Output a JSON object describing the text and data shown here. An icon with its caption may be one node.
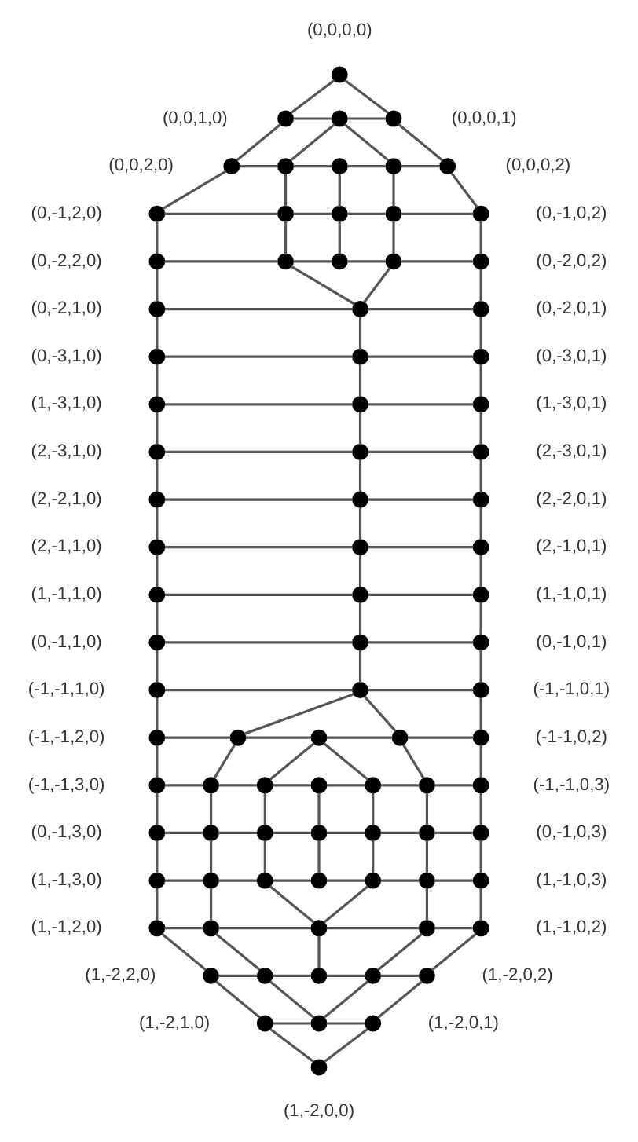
{
  "diagram": {
    "nodes": [
      {
        "text": [],
        "shape": "circle",
        "beside": [
          "(0,0,0,0)"
        ]
      },
      {
        "text": [],
        "shape": "circle",
        "beside": [
          "(0,0,1,0)"
        ]
      },
      {
        "text": [],
        "shape": "circle"
      },
      {
        "text": [],
        "shape": "circle",
        "beside": [
          "(0,0,0,1)"
        ]
      },
      {
        "text": [],
        "shape": "circle",
        "beside": [
          "(0,0,2,0)"
        ]
      },
      {
        "text": [],
        "shape": "circle"
      },
      {
        "text": [],
        "shape": "circle"
      },
      {
        "text": [],
        "shape": "circle"
      },
      {
        "text": [],
        "shape": "circle",
        "beside": [
          "(0,0,0,2)"
        ]
      },
      {
        "text": [],
        "shape": "circle",
        "beside": [
          "(0,-1,2,0)"
        ]
      },
      {
        "text": [],
        "shape": "circle"
      },
      {
        "text": [],
        "shape": "circle"
      },
      {
        "text": [],
        "shape": "circle"
      },
      {
        "text": [],
        "shape": "circle",
        "beside": [
          "(0,-1,0,2)"
        ]
      },
      {
        "text": [],
        "shape": "circle",
        "beside": [
          "(0,-2,2,0)"
        ]
      },
      {
        "text": [],
        "shape": "circle"
      },
      {
        "text": [],
        "shape": "circle"
      },
      {
        "text": [],
        "shape": "circle"
      },
      {
        "text": [],
        "shape": "circle",
        "beside": [
          "(0,-2,0,2)"
        ]
      },
      {
        "text": [],
        "shape": "circle",
        "beside": [
          "(0,-2,1,0)"
        ]
      },
      {
        "text": [],
        "shape": "circle"
      },
      {
        "text": [],
        "shape": "circle",
        "beside": [
          "(0,-2,0,1)"
        ]
      },
      {
        "text": [],
        "shape": "circle",
        "beside": [
          "(0,-3,1,0)"
        ]
      },
      {
        "text": [],
        "shape": "circle"
      },
      {
        "text": [],
        "shape": "circle",
        "beside": [
          "(0,-3,0,1)"
        ]
      },
      {
        "text": [],
        "shape": "circle",
        "beside": [
          "(1,-3,1,0)"
        ]
      },
      {
        "text": [],
        "shape": "circle"
      },
      {
        "text": [],
        "shape": "circle",
        "beside": [
          "(1,-3,0,1)"
        ]
      },
      {
        "text": [],
        "shape": "circle",
        "beside": [
          "(2,-3,1,0)"
        ]
      },
      {
        "text": [],
        "shape": "circle"
      },
      {
        "text": [],
        "shape": "circle",
        "beside": [
          "(2,-3,0,1)"
        ]
      },
      {
        "text": [],
        "shape": "circle",
        "beside": [
          "(2,-2,1,0)"
        ]
      },
      {
        "text": [],
        "shape": "circle"
      },
      {
        "text": [],
        "shape": "circle",
        "beside": [
          "(2,-2,0,1)"
        ]
      },
      {
        "text": [],
        "shape": "circle",
        "beside": [
          "(2,-1,1,0)"
        ]
      },
      {
        "text": [],
        "shape": "circle"
      },
      {
        "text": [],
        "shape": "circle",
        "beside": [
          "(2,-1,0,1)"
        ]
      },
      {
        "text": [],
        "shape": "circle",
        "beside": [
          "(1,-1,1,0)"
        ]
      },
      {
        "text": [],
        "shape": "circle"
      },
      {
        "text": [],
        "shape": "circle",
        "beside": [
          "(1,-1,0,1)"
        ]
      },
      {
        "text": [],
        "shape": "circle",
        "beside": [
          "(0,-1,1,0)"
        ]
      },
      {
        "text": [],
        "shape": "circle"
      },
      {
        "text": [],
        "shape": "circle",
        "beside": [
          "(0,-1,0,1)"
        ]
      },
      {
        "text": [],
        "shape": "circle",
        "beside": [
          "(-1,-1,1,0)"
        ]
      },
      {
        "text": [],
        "shape": "circle"
      },
      {
        "text": [],
        "shape": "circle",
        "beside": [
          "(-1,-1,0,1)"
        ]
      },
      {
        "text": [],
        "shape": "circle",
        "beside": [
          "(-1,-1,2,0)"
        ]
      },
      {
        "text": [],
        "shape": "circle"
      },
      {
        "text": [],
        "shape": "circle"
      },
      {
        "text": [],
        "shape": "circle"
      },
      {
        "text": [],
        "shape": "circle",
        "beside": [
          "(-1-1,0,2)"
        ]
      },
      {
        "text": [],
        "shape": "circle",
        "beside": [
          "(-1,-1,3,0)"
        ]
      },
      {
        "text": [],
        "shape": "circle"
      },
      {
        "text": [],
        "shape": "circle"
      },
      {
        "text": [],
        "shape": "circle"
      },
      {
        "text": [],
        "shape": "circle"
      },
      {
        "text": [],
        "shape": "circle"
      },
      {
        "text": [],
        "shape": "circle",
        "beside": [
          "(-1,-1,0,3)"
        ]
      },
      {
        "text": [],
        "shape": "circle",
        "beside": [
          "(0,-1,3,0)"
        ]
      },
      {
        "text": [],
        "shape": "circle"
      },
      {
        "text": [],
        "shape": "circle"
      },
      {
        "text": [],
        "shape": "circle"
      },
      {
        "text": [],
        "shape": "circle"
      },
      {
        "text": [],
        "shape": "circle"
      },
      {
        "text": [],
        "shape": "circle",
        "beside": [
          "(0,-1,0,3)"
        ]
      },
      {
        "text": [],
        "shape": "circle",
        "beside": [
          "(1,-1,3,0)"
        ]
      },
      {
        "text": [],
        "shape": "circle"
      },
      {
        "text": [],
        "shape": "circle"
      },
      {
        "text": [],
        "shape": "circle"
      },
      {
        "text": [],
        "shape": "circle"
      },
      {
        "text": [],
        "shape": "circle"
      },
      {
        "text": [],
        "shape": "circle",
        "beside": [
          "(1,-1,0,3)"
        ]
      },
      {
        "text": [],
        "shape": "circle",
        "beside": [
          "(1,-1,2,0)"
        ]
      },
      {
        "text": [],
        "shape": "circle"
      },
      {
        "text": [],
        "shape": "circle"
      },
      {
        "text": [],
        "shape": "circle"
      },
      {
        "text": [],
        "shape": "circle",
        "beside": [
          "(1,-1,0,2)"
        ]
      },
      {
        "text": [],
        "shape": "circle",
        "beside": [
          "(1,-2,2,0)"
        ]
      },
      {
        "text": [],
        "shape": "circle"
      },
      {
        "text": [],
        "shape": "circle"
      },
      {
        "text": [],
        "shape": "circle"
      },
      {
        "text": [],
        "shape": "circle",
        "beside": [
          "(1,-2,0,2)"
        ]
      },
      {
        "text": [],
        "shape": "circle",
        "beside": [
          "(1,-2,1,0)"
        ]
      },
      {
        "text": [],
        "shape": "circle"
      },
      {
        "text": [],
        "shape": "circle",
        "beside": [
          "(1,-2,0,1)"
        ]
      },
      {
        "text": [],
        "shape": "circle",
        "beside": [
          "(1,-2,0,0)"
        ]
      }
    ],
    "edges": [
      {
        "from": 0,
        "to": 1,
        "arrow": "none"
      },
      {
        "from": 0,
        "to": 3,
        "arrow": "none"
      },
      {
        "from": 1,
        "to": 2,
        "arrow": "none"
      },
      {
        "from": 2,
        "to": 3,
        "arrow": "none"
      },
      {
        "from": 1,
        "to": 4,
        "arrow": "none"
      },
      {
        "from": 2,
        "to": 5,
        "arrow": "none"
      },
      {
        "from": 2,
        "to": 7,
        "arrow": "none"
      },
      {
        "from": 3,
        "to": 8,
        "arrow": "none"
      },
      {
        "from": 4,
        "to": 5,
        "arrow": "none"
      },
      {
        "from": 5,
        "to": 6,
        "arrow": "none"
      },
      {
        "from": 6,
        "to": 7,
        "arrow": "none"
      },
      {
        "from": 7,
        "to": 8,
        "arrow": "none"
      },
      {
        "from": 4,
        "to": 9,
        "arrow": "none"
      },
      {
        "from": 5,
        "to": 10,
        "arrow": "none"
      },
      {
        "from": 6,
        "to": 11,
        "arrow": "none"
      },
      {
        "from": 7,
        "to": 12,
        "arrow": "none"
      },
      {
        "from": 8,
        "to": 13,
        "arrow": "none"
      },
      {
        "from": 9,
        "to": 10,
        "arrow": "none"
      },
      {
        "from": 10,
        "to": 11,
        "arrow": "none"
      },
      {
        "from": 11,
        "to": 12,
        "arrow": "none"
      },
      {
        "from": 12,
        "to": 13,
        "arrow": "none"
      },
      {
        "from": 9,
        "to": 14,
        "arrow": "none"
      },
      {
        "from": 10,
        "to": 15,
        "arrow": "none"
      },
      {
        "from": 11,
        "to": 16,
        "arrow": "none"
      },
      {
        "from": 12,
        "to": 17,
        "arrow": "none"
      },
      {
        "from": 13,
        "to": 18,
        "arrow": "none"
      },
      {
        "from": 14,
        "to": 15,
        "arrow": "none"
      },
      {
        "from": 15,
        "to": 16,
        "arrow": "none"
      },
      {
        "from": 16,
        "to": 17,
        "arrow": "none"
      },
      {
        "from": 17,
        "to": 18,
        "arrow": "none"
      },
      {
        "from": 14,
        "to": 19,
        "arrow": "none"
      },
      {
        "from": 15,
        "to": 20,
        "arrow": "none"
      },
      {
        "from": 17,
        "to": 20,
        "arrow": "none"
      },
      {
        "from": 18,
        "to": 21,
        "arrow": "none"
      },
      {
        "from": 19,
        "to": 20,
        "arrow": "none"
      },
      {
        "from": 20,
        "to": 21,
        "arrow": "none"
      },
      {
        "from": 19,
        "to": 22,
        "arrow": "none"
      },
      {
        "from": 20,
        "to": 23,
        "arrow": "none"
      },
      {
        "from": 21,
        "to": 24,
        "arrow": "none"
      },
      {
        "from": 22,
        "to": 23,
        "arrow": "none"
      },
      {
        "from": 23,
        "to": 24,
        "arrow": "none"
      },
      {
        "from": 22,
        "to": 25,
        "arrow": "none"
      },
      {
        "from": 23,
        "to": 26,
        "arrow": "none"
      },
      {
        "from": 24,
        "to": 27,
        "arrow": "none"
      },
      {
        "from": 25,
        "to": 26,
        "arrow": "none"
      },
      {
        "from": 26,
        "to": 27,
        "arrow": "none"
      },
      {
        "from": 25,
        "to": 28,
        "arrow": "none"
      },
      {
        "from": 26,
        "to": 29,
        "arrow": "none"
      },
      {
        "from": 27,
        "to": 30,
        "arrow": "none"
      },
      {
        "from": 28,
        "to": 29,
        "arrow": "none"
      },
      {
        "from": 29,
        "to": 30,
        "arrow": "none"
      },
      {
        "from": 28,
        "to": 31,
        "arrow": "none"
      },
      {
        "from": 29,
        "to": 32,
        "arrow": "none"
      },
      {
        "from": 30,
        "to": 33,
        "arrow": "none"
      },
      {
        "from": 31,
        "to": 32,
        "arrow": "none"
      },
      {
        "from": 32,
        "to": 33,
        "arrow": "none"
      },
      {
        "from": 31,
        "to": 34,
        "arrow": "none"
      },
      {
        "from": 32,
        "to": 35,
        "arrow": "none"
      },
      {
        "from": 33,
        "to": 36,
        "arrow": "none"
      },
      {
        "from": 34,
        "to": 35,
        "arrow": "none"
      },
      {
        "from": 35,
        "to": 36,
        "arrow": "none"
      },
      {
        "from": 34,
        "to": 37,
        "arrow": "none"
      },
      {
        "from": 35,
        "to": 38,
        "arrow": "none"
      },
      {
        "from": 36,
        "to": 39,
        "arrow": "none"
      },
      {
        "from": 37,
        "to": 38,
        "arrow": "none"
      },
      {
        "from": 38,
        "to": 39,
        "arrow": "none"
      },
      {
        "from": 37,
        "to": 40,
        "arrow": "none"
      },
      {
        "from": 38,
        "to": 41,
        "arrow": "none"
      },
      {
        "from": 39,
        "to": 42,
        "arrow": "none"
      },
      {
        "from": 40,
        "to": 41,
        "arrow": "none"
      },
      {
        "from": 41,
        "to": 42,
        "arrow": "none"
      },
      {
        "from": 40,
        "to": 43,
        "arrow": "none"
      },
      {
        "from": 41,
        "to": 44,
        "arrow": "none"
      },
      {
        "from": 42,
        "to": 45,
        "arrow": "none"
      },
      {
        "from": 43,
        "to": 44,
        "arrow": "none"
      },
      {
        "from": 44,
        "to": 45,
        "arrow": "none"
      },
      {
        "from": 43,
        "to": 46,
        "arrow": "none"
      },
      {
        "from": 44,
        "to": 47,
        "arrow": "none"
      },
      {
        "from": 44,
        "to": 49,
        "arrow": "none"
      },
      {
        "from": 45,
        "to": 50,
        "arrow": "none"
      },
      {
        "from": 46,
        "to": 47,
        "arrow": "none"
      },
      {
        "from": 47,
        "to": 48,
        "arrow": "none"
      },
      {
        "from": 48,
        "to": 49,
        "arrow": "none"
      },
      {
        "from": 49,
        "to": 50,
        "arrow": "none"
      },
      {
        "from": 46,
        "to": 51,
        "arrow": "none"
      },
      {
        "from": 47,
        "to": 52,
        "arrow": "none"
      },
      {
        "from": 48,
        "to": 53,
        "arrow": "none"
      },
      {
        "from": 48,
        "to": 55,
        "arrow": "none"
      },
      {
        "from": 49,
        "to": 56,
        "arrow": "none"
      },
      {
        "from": 50,
        "to": 57,
        "arrow": "none"
      },
      {
        "from": 51,
        "to": 52,
        "arrow": "none"
      },
      {
        "from": 52,
        "to": 53,
        "arrow": "none"
      },
      {
        "from": 53,
        "to": 54,
        "arrow": "none"
      },
      {
        "from": 54,
        "to": 55,
        "arrow": "none"
      },
      {
        "from": 55,
        "to": 56,
        "arrow": "none"
      },
      {
        "from": 56,
        "to": 57,
        "arrow": "none"
      },
      {
        "from": 51,
        "to": 58,
        "arrow": "none"
      },
      {
        "from": 52,
        "to": 59,
        "arrow": "none"
      },
      {
        "from": 53,
        "to": 60,
        "arrow": "none"
      },
      {
        "from": 54,
        "to": 61,
        "arrow": "none"
      },
      {
        "from": 55,
        "to": 62,
        "arrow": "none"
      },
      {
        "from": 56,
        "to": 63,
        "arrow": "none"
      },
      {
        "from": 57,
        "to": 64,
        "arrow": "none"
      },
      {
        "from": 58,
        "to": 59,
        "arrow": "none"
      },
      {
        "from": 59,
        "to": 60,
        "arrow": "none"
      },
      {
        "from": 60,
        "to": 61,
        "arrow": "none"
      },
      {
        "from": 61,
        "to": 62,
        "arrow": "none"
      },
      {
        "from": 62,
        "to": 63,
        "arrow": "none"
      },
      {
        "from": 63,
        "to": 64,
        "arrow": "none"
      },
      {
        "from": 58,
        "to": 65,
        "arrow": "none"
      },
      {
        "from": 59,
        "to": 66,
        "arrow": "none"
      },
      {
        "from": 60,
        "to": 67,
        "arrow": "none"
      },
      {
        "from": 61,
        "to": 68,
        "arrow": "none"
      },
      {
        "from": 62,
        "to": 69,
        "arrow": "none"
      },
      {
        "from": 63,
        "to": 70,
        "arrow": "none"
      },
      {
        "from": 64,
        "to": 71,
        "arrow": "none"
      },
      {
        "from": 65,
        "to": 66,
        "arrow": "none"
      },
      {
        "from": 66,
        "to": 67,
        "arrow": "none"
      },
      {
        "from": 67,
        "to": 68,
        "arrow": "none"
      },
      {
        "from": 68,
        "to": 69,
        "arrow": "none"
      },
      {
        "from": 69,
        "to": 70,
        "arrow": "none"
      },
      {
        "from": 70,
        "to": 71,
        "arrow": "none"
      },
      {
        "from": 65,
        "to": 72,
        "arrow": "none"
      },
      {
        "from": 66,
        "to": 73,
        "arrow": "none"
      },
      {
        "from": 67,
        "to": 74,
        "arrow": "none"
      },
      {
        "from": 69,
        "to": 74,
        "arrow": "none"
      },
      {
        "from": 70,
        "to": 75,
        "arrow": "none"
      },
      {
        "from": 71,
        "to": 76,
        "arrow": "none"
      },
      {
        "from": 72,
        "to": 73,
        "arrow": "none"
      },
      {
        "from": 73,
        "to": 74,
        "arrow": "none"
      },
      {
        "from": 74,
        "to": 75,
        "arrow": "none"
      },
      {
        "from": 75,
        "to": 76,
        "arrow": "none"
      },
      {
        "from": 72,
        "to": 77,
        "arrow": "none"
      },
      {
        "from": 73,
        "to": 78,
        "arrow": "none"
      },
      {
        "from": 74,
        "to": 79,
        "arrow": "none"
      },
      {
        "from": 75,
        "to": 80,
        "arrow": "none"
      },
      {
        "from": 76,
        "to": 81,
        "arrow": "none"
      },
      {
        "from": 77,
        "to": 78,
        "arrow": "none"
      },
      {
        "from": 78,
        "to": 79,
        "arrow": "none"
      },
      {
        "from": 79,
        "to": 80,
        "arrow": "none"
      },
      {
        "from": 80,
        "to": 81,
        "arrow": "none"
      },
      {
        "from": 77,
        "to": 82,
        "arrow": "none"
      },
      {
        "from": 78,
        "to": 83,
        "arrow": "none"
      },
      {
        "from": 80,
        "to": 83,
        "arrow": "none"
      },
      {
        "from": 81,
        "to": 84,
        "arrow": "none"
      },
      {
        "from": 82,
        "to": 83,
        "arrow": "none"
      },
      {
        "from": 83,
        "to": 84,
        "arrow": "none"
      },
      {
        "from": 82,
        "to": 85,
        "arrow": "none"
      },
      {
        "from": 84,
        "to": 85,
        "arrow": "none"
      }
    ]
  }
}
